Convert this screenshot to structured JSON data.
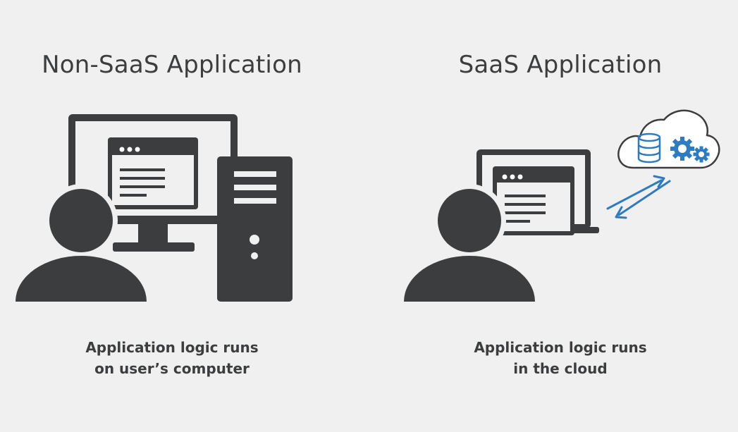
{
  "left_panel": {
    "title": "Non-SaaS Application",
    "caption_line1": "Application logic runs",
    "caption_line2": "on user’s computer"
  },
  "right_panel": {
    "title": "SaaS Application",
    "caption_line1": "Application logic runs",
    "caption_line2": "in the cloud"
  },
  "icons": {
    "left": [
      "user-icon",
      "desktop-monitor-icon",
      "app-window-icon",
      "tower-computer-icon"
    ],
    "right": [
      "user-icon",
      "laptop-icon",
      "app-window-icon",
      "sync-arrows-icon",
      "cloud-icon",
      "database-icon",
      "gears-icon"
    ]
  },
  "colors": {
    "background": "#f0f0f0",
    "icon_dark": "#3b3d3e",
    "accent_blue": "#2f7bbf"
  }
}
